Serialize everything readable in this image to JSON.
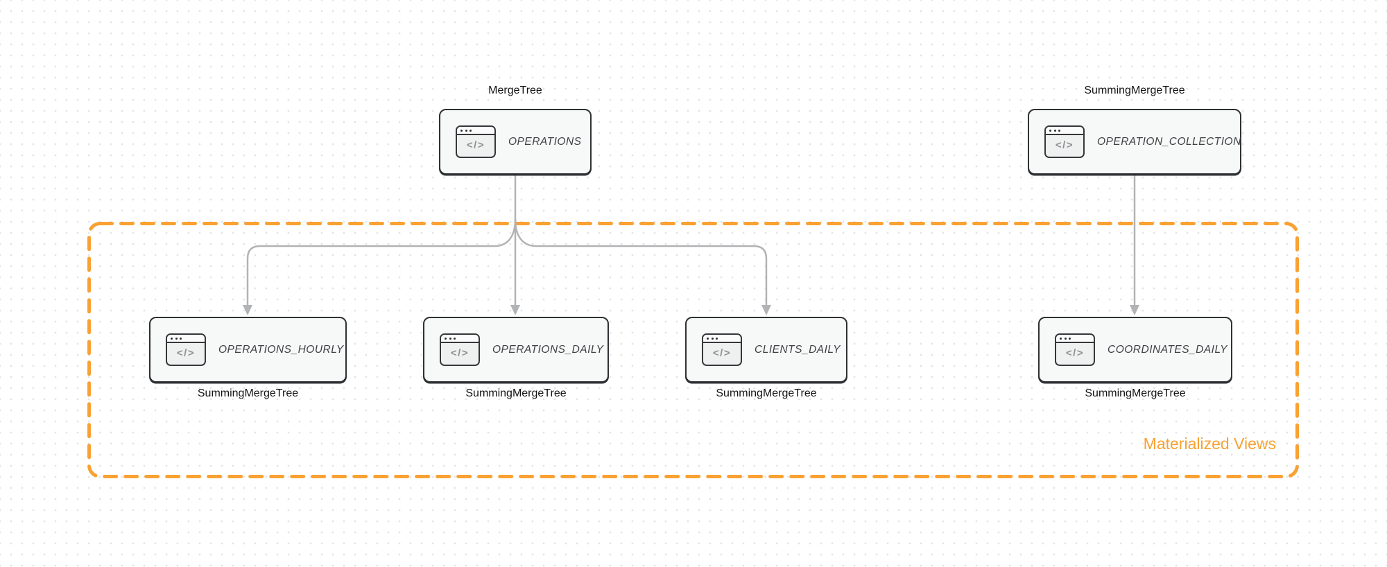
{
  "diagram": {
    "group": {
      "label": "Materialized Views"
    },
    "icons": {
      "code_glyph": "</>"
    },
    "nodes": [
      {
        "table": "OPERATIONS",
        "engine": "MergeTree"
      },
      {
        "table": "OPERATION_COLLECTION",
        "engine": "SummingMergeTree"
      },
      {
        "table": "OPERATIONS_HOURLY",
        "engine": "SummingMergeTree"
      },
      {
        "table": "OPERATIONS_DAILY",
        "engine": "SummingMergeTree"
      },
      {
        "table": "CLIENTS_DAILY",
        "engine": "SummingMergeTree"
      },
      {
        "table": "COORDINATES_DAILY",
        "engine": "SummingMergeTree"
      }
    ],
    "edges": [
      {
        "from": "OPERATIONS",
        "to": "OPERATIONS_HOURLY"
      },
      {
        "from": "OPERATIONS",
        "to": "OPERATIONS_DAILY"
      },
      {
        "from": "OPERATIONS",
        "to": "CLIENTS_DAILY"
      },
      {
        "from": "OPERATION_COLLECTION",
        "to": "COORDINATES_DAILY"
      }
    ],
    "colors": {
      "accent_orange": "#f9a132",
      "connector_gray": "#b2b3b5",
      "node_border": "#2e3033",
      "node_fill": "#f7f8f8"
    }
  }
}
